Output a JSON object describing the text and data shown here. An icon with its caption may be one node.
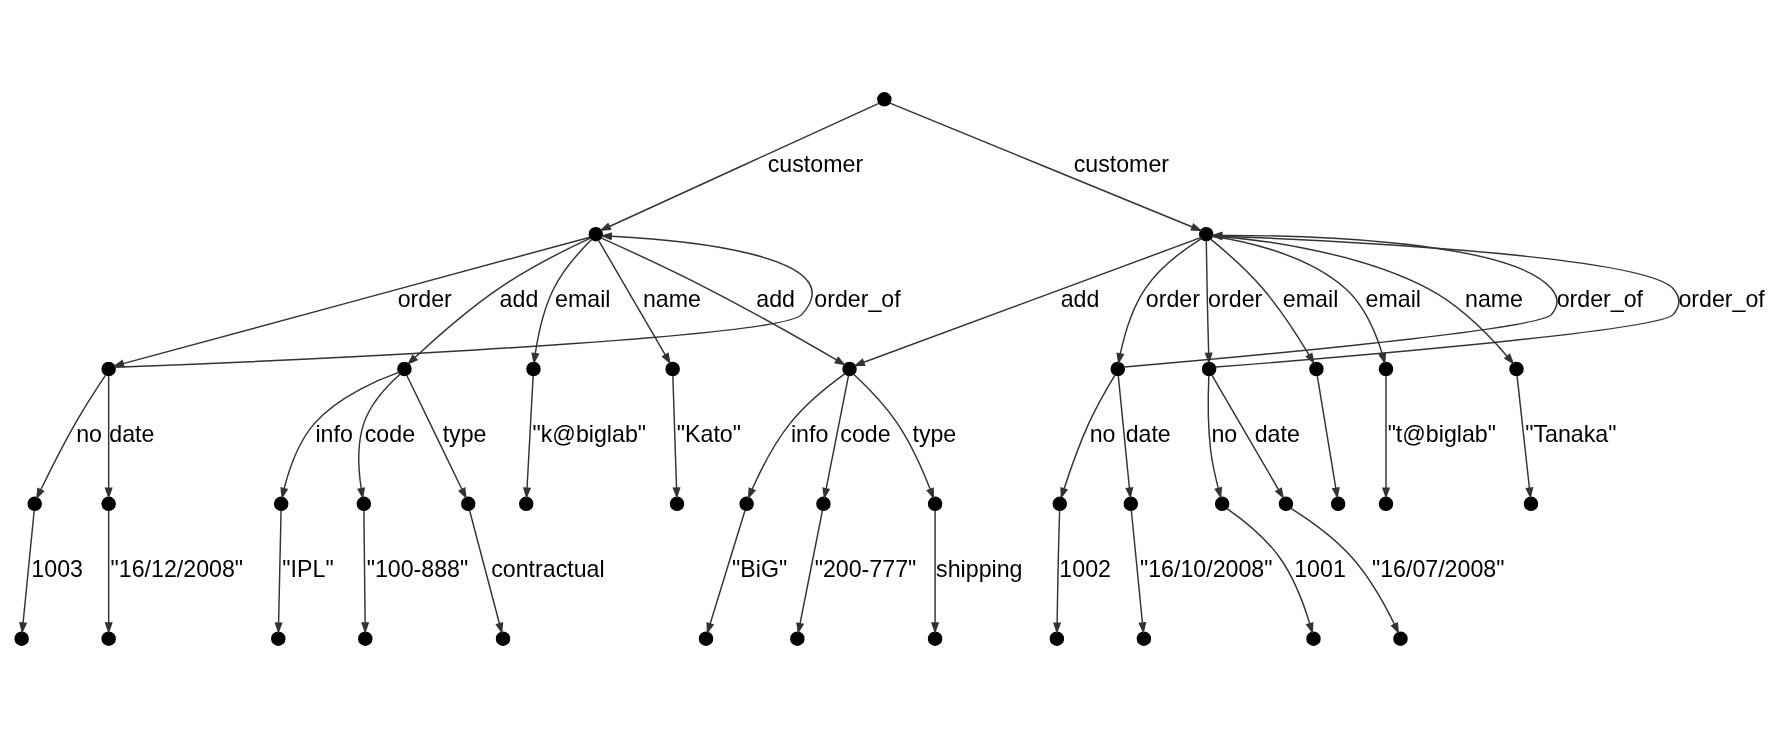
{
  "diagram": {
    "nodes": [
      {
        "text": [],
        "shape": "circle"
      },
      {
        "text": [],
        "shape": "circle"
      },
      {
        "text": [],
        "shape": "circle"
      },
      {
        "text": [],
        "shape": "circle"
      },
      {
        "text": [],
        "shape": "circle"
      },
      {
        "text": [],
        "shape": "circle"
      },
      {
        "text": [],
        "shape": "circle"
      },
      {
        "text": [],
        "shape": "circle"
      },
      {
        "text": [],
        "shape": "circle"
      },
      {
        "text": [],
        "shape": "circle"
      },
      {
        "text": [],
        "shape": "circle"
      },
      {
        "text": [],
        "shape": "circle"
      },
      {
        "text": [],
        "shape": "circle"
      },
      {
        "text": [],
        "shape": "circle"
      },
      {
        "text": [],
        "shape": "circle"
      },
      {
        "text": [],
        "shape": "circle"
      },
      {
        "text": [],
        "shape": "circle"
      },
      {
        "text": [],
        "shape": "circle"
      },
      {
        "text": [],
        "shape": "circle"
      },
      {
        "text": [],
        "shape": "circle"
      },
      {
        "text": [],
        "shape": "circle"
      },
      {
        "text": [],
        "shape": "circle"
      },
      {
        "text": [],
        "shape": "circle"
      },
      {
        "text": [],
        "shape": "circle"
      },
      {
        "text": [],
        "shape": "circle"
      },
      {
        "text": [],
        "shape": "circle"
      },
      {
        "text": [],
        "shape": "circle"
      },
      {
        "text": [],
        "shape": "circle"
      },
      {
        "text": [],
        "shape": "circle"
      },
      {
        "text": [],
        "shape": "circle"
      },
      {
        "text": [],
        "shape": "circle"
      },
      {
        "text": [],
        "shape": "circle"
      },
      {
        "text": [],
        "shape": "circle"
      },
      {
        "text": [],
        "shape": "circle"
      },
      {
        "text": [],
        "shape": "circle"
      },
      {
        "text": [],
        "shape": "circle"
      },
      {
        "text": [],
        "shape": "circle"
      },
      {
        "text": [],
        "shape": "circle"
      },
      {
        "text": [],
        "shape": "circle"
      },
      {
        "text": [],
        "shape": "circle"
      },
      {
        "text": [],
        "shape": "circle"
      },
      {
        "text": [],
        "shape": "circle"
      }
    ],
    "edges": [
      {
        "from": 0,
        "to": 1,
        "arrow": "to",
        "label": "customer"
      },
      {
        "from": 0,
        "to": 2,
        "arrow": "to",
        "label": "customer"
      },
      {
        "from": 1,
        "to": 3,
        "arrow": "to",
        "label": "order"
      },
      {
        "from": 3,
        "to": 1,
        "arrow": "to",
        "label": "order_of"
      },
      {
        "from": 1,
        "to": 4,
        "arrow": "to",
        "label": "add"
      },
      {
        "from": 1,
        "to": 5,
        "arrow": "to",
        "label": "email"
      },
      {
        "from": 1,
        "to": 6,
        "arrow": "to",
        "label": "name"
      },
      {
        "from": 1,
        "to": 7,
        "arrow": "to",
        "label": "add"
      },
      {
        "from": 2,
        "to": 7,
        "arrow": "to",
        "label": "add"
      },
      {
        "from": 2,
        "to": 8,
        "arrow": "to",
        "label": "order"
      },
      {
        "from": 8,
        "to": 2,
        "arrow": "to",
        "label": "order_of"
      },
      {
        "from": 2,
        "to": 9,
        "arrow": "to",
        "label": "order"
      },
      {
        "from": 9,
        "to": 2,
        "arrow": "to",
        "label": "order_of"
      },
      {
        "from": 2,
        "to": 10,
        "arrow": "to",
        "label": "email"
      },
      {
        "from": 2,
        "to": 11,
        "arrow": "to",
        "label": "email"
      },
      {
        "from": 2,
        "to": 12,
        "arrow": "to",
        "label": "name"
      },
      {
        "from": 3,
        "to": 13,
        "arrow": "to",
        "label": "no"
      },
      {
        "from": 3,
        "to": 14,
        "arrow": "to",
        "label": "date"
      },
      {
        "from": 4,
        "to": 15,
        "arrow": "to",
        "label": "info"
      },
      {
        "from": 4,
        "to": 16,
        "arrow": "to",
        "label": "code"
      },
      {
        "from": 4,
        "to": 17,
        "arrow": "to",
        "label": "type"
      },
      {
        "from": 5,
        "to": 18,
        "arrow": "to",
        "label": "\"k@biglab\""
      },
      {
        "from": 6,
        "to": 19,
        "arrow": "to",
        "label": "\"Kato\""
      },
      {
        "from": 7,
        "to": 20,
        "arrow": "to",
        "label": "info"
      },
      {
        "from": 7,
        "to": 21,
        "arrow": "to",
        "label": "code"
      },
      {
        "from": 7,
        "to": 22,
        "arrow": "to",
        "label": "type"
      },
      {
        "from": 8,
        "to": 23,
        "arrow": "to",
        "label": "no"
      },
      {
        "from": 8,
        "to": 24,
        "arrow": "to",
        "label": "date"
      },
      {
        "from": 9,
        "to": 25,
        "arrow": "to",
        "label": "no"
      },
      {
        "from": 9,
        "to": 26,
        "arrow": "to",
        "label": "date"
      },
      {
        "from": 10,
        "to": 27,
        "arrow": "to"
      },
      {
        "from": 11,
        "to": 28,
        "arrow": "to",
        "label": "\"t@biglab\""
      },
      {
        "from": 12,
        "to": 29,
        "arrow": "to",
        "label": "\"Tanaka\""
      },
      {
        "from": 13,
        "to": 30,
        "arrow": "to",
        "label": "1003"
      },
      {
        "from": 14,
        "to": 31,
        "arrow": "to",
        "label": "\"16/12/2008\""
      },
      {
        "from": 15,
        "to": 32,
        "arrow": "to",
        "label": "\"IPL\""
      },
      {
        "from": 16,
        "to": 33,
        "arrow": "to",
        "label": "\"100-888\""
      },
      {
        "from": 17,
        "to": 34,
        "arrow": "to",
        "label": "contractual"
      },
      {
        "from": 20,
        "to": 35,
        "arrow": "to",
        "label": "\"BiG\""
      },
      {
        "from": 21,
        "to": 36,
        "arrow": "to",
        "label": "\"200-777\""
      },
      {
        "from": 22,
        "to": 37,
        "arrow": "to",
        "label": "shipping"
      },
      {
        "from": 23,
        "to": 38,
        "arrow": "to",
        "label": "1002"
      },
      {
        "from": 24,
        "to": 39,
        "arrow": "to",
        "label": "\"16/10/2008\""
      },
      {
        "from": 25,
        "to": 40,
        "arrow": "to",
        "label": "1001"
      },
      {
        "from": 26,
        "to": 41,
        "arrow": "to",
        "label": "\"16/07/2008\""
      }
    ]
  }
}
